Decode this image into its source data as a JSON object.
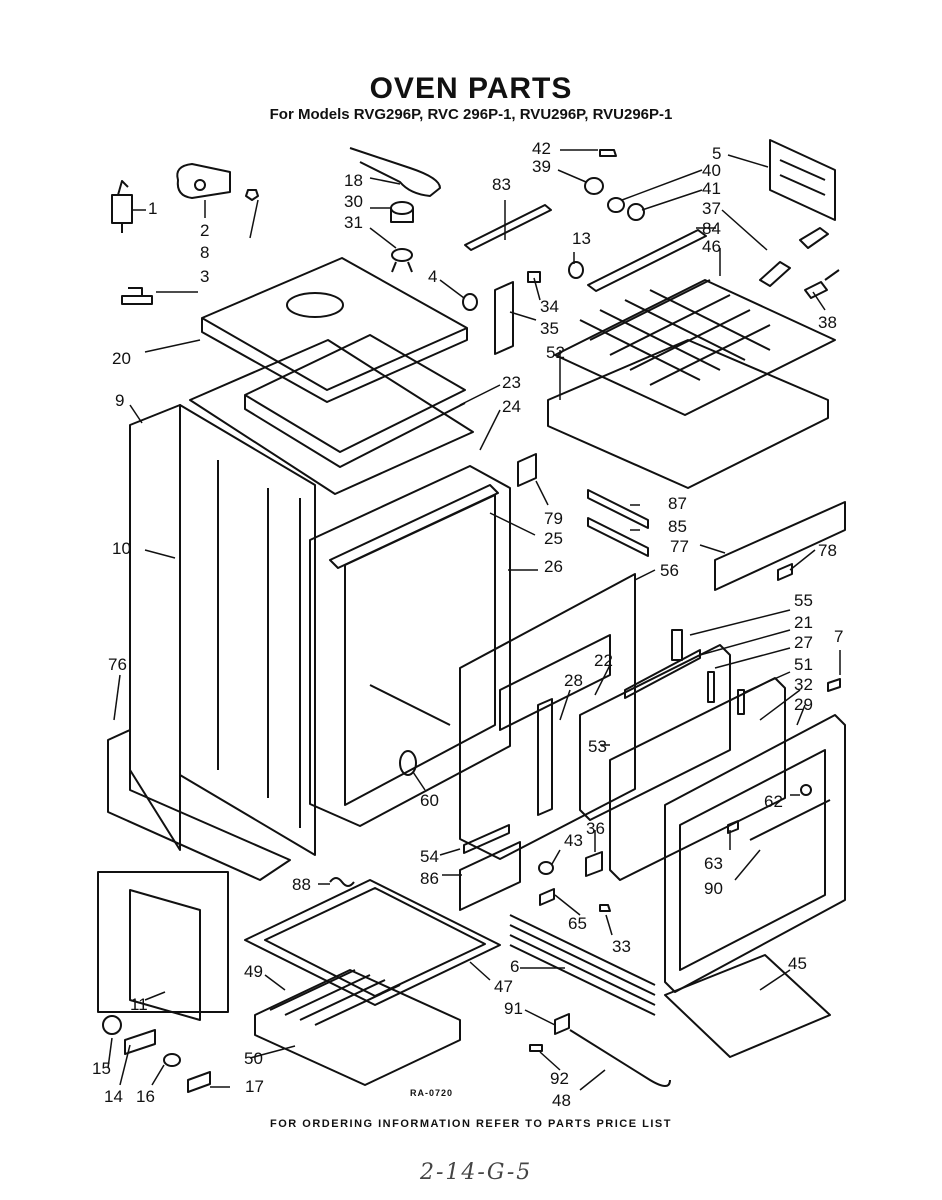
{
  "header": {
    "title": "OVEN PARTS",
    "subtitle": "For Models RVG296P, RVC 296P-1, RVU296P, RVU296P-1"
  },
  "part_numbers": [
    "1",
    "2",
    "8",
    "3",
    "18",
    "30",
    "31",
    "83",
    "4",
    "42",
    "39",
    "5",
    "40",
    "41",
    "37",
    "13",
    "84",
    "46",
    "34",
    "35",
    "38",
    "52",
    "20",
    "23",
    "24",
    "9",
    "79",
    "87",
    "85",
    "77",
    "78",
    "25",
    "10",
    "26",
    "56",
    "55",
    "21",
    "27",
    "7",
    "51",
    "32",
    "22",
    "28",
    "29",
    "76",
    "53",
    "62",
    "60",
    "36",
    "43",
    "63",
    "54",
    "90",
    "88",
    "86",
    "65",
    "33",
    "6",
    "45",
    "49",
    "47",
    "11",
    "91",
    "50",
    "15",
    "14",
    "16",
    "17",
    "92",
    "48"
  ],
  "drawing_code": "RA-0720",
  "footer": "FOR ORDERING INFORMATION REFER TO PARTS PRICE LIST",
  "handwritten_note": "2-14-G-5"
}
